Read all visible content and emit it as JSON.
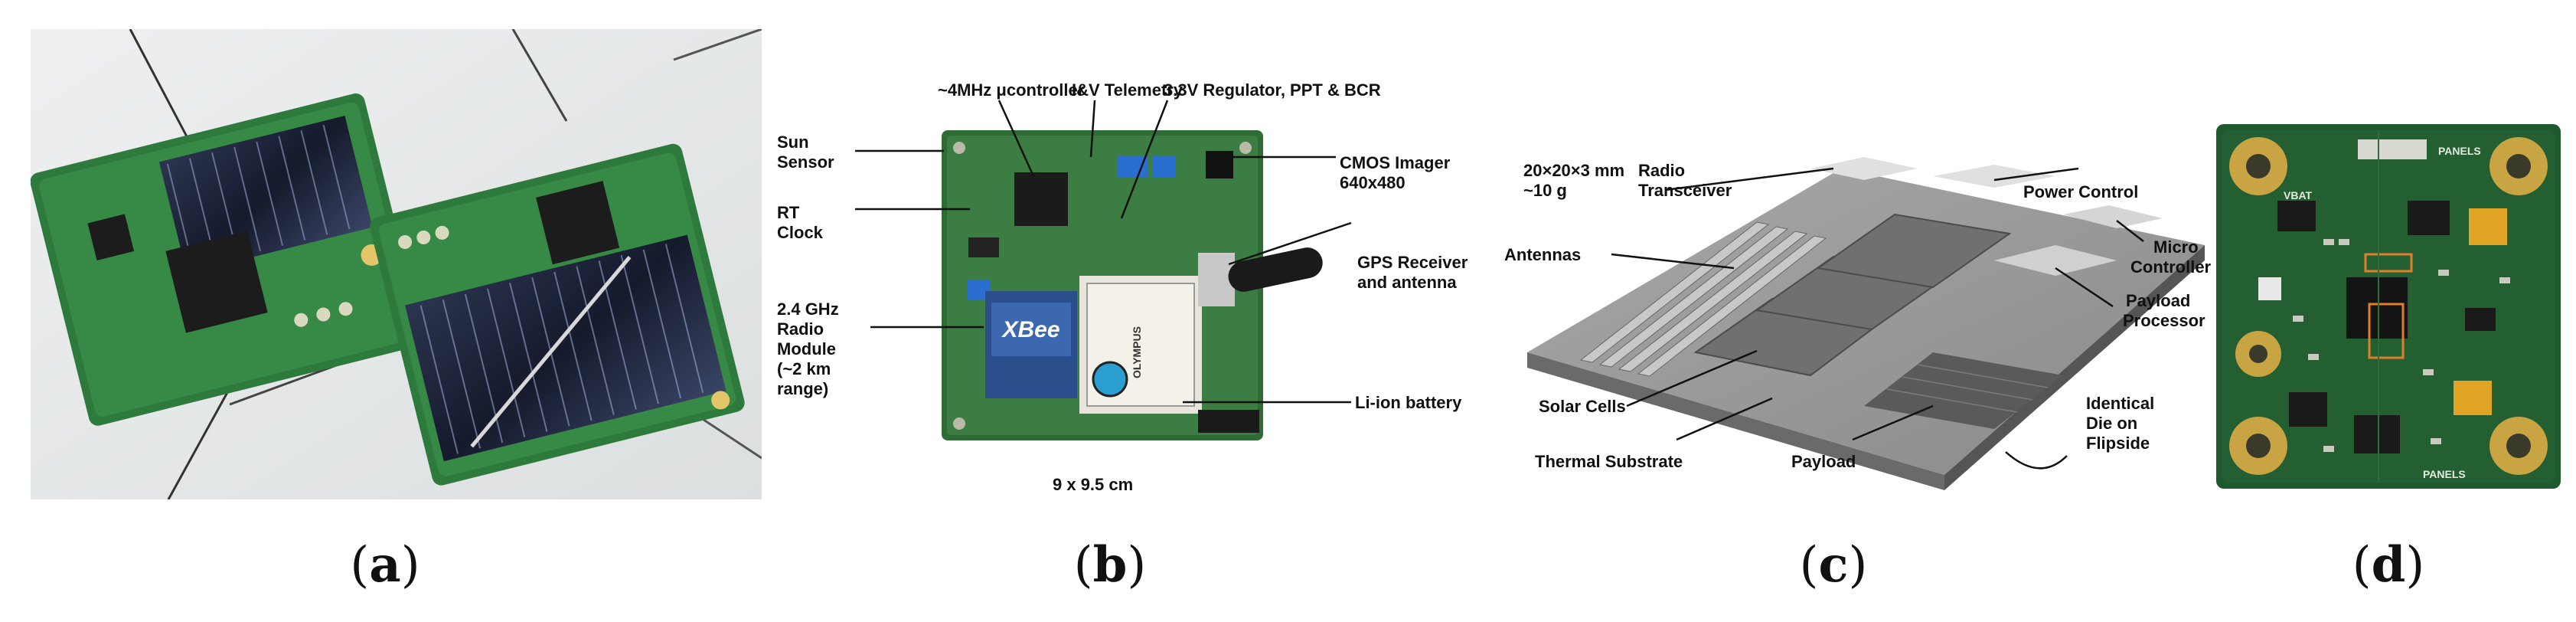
{
  "panels": {
    "a": {
      "label_open": "(",
      "label_letter": "a",
      "label_close": ")"
    },
    "b": {
      "label_open": "(",
      "label_letter": "b",
      "label_close": ")",
      "callouts": {
        "controller": "~4MHz μcontroller",
        "telemetry": "I&V Telemetry",
        "regulator": "3.3V Regulator, PPT & BCR",
        "sun1": "Sun",
        "sun2": "Sensor",
        "rt1": "RT",
        "rt2": "Clock",
        "cmos1": "CMOS Imager",
        "cmos2": "640x480",
        "gps1": "GPS Receiver",
        "gps2": "and antenna",
        "radio1": "2.4 GHz",
        "radio2": "Radio",
        "radio3": "Module",
        "radio4": "(~2 km",
        "radio5": "range)",
        "battery": "Li-ion battery",
        "size": "9 x 9.5 cm"
      },
      "board_text": {
        "xbee": "XBee",
        "olympus": "OLYMPUS"
      }
    },
    "c": {
      "label_open": "(",
      "label_letter": "c",
      "label_close": ")",
      "callouts": {
        "dims1": "20×20×3 mm",
        "dims2": "~10 g",
        "radio1": "Radio",
        "radio2": "Transceiver",
        "power": "Power Control",
        "antennas": "Antennas",
        "micro1": "Micro",
        "micro2": "Controller",
        "payproc1": "Payload",
        "payproc2": "Processor",
        "solar": "Solar Cells",
        "identical1": "Identical",
        "identical2": "Die on",
        "identical3": "Flipside",
        "thermal": "Thermal Substrate",
        "payload": "Payload"
      }
    },
    "d": {
      "label_open": "(",
      "label_letter": "d",
      "label_close": ")",
      "silk": {
        "top": "PANELS",
        "bottom": "PANELS",
        "vbat": "VBAT"
      }
    }
  },
  "colors": {
    "pcb_green": "#1f5a2e",
    "pcb_dark": "#143d20",
    "gold": "#c9a443",
    "substrate": "#8d8d8d"
  }
}
